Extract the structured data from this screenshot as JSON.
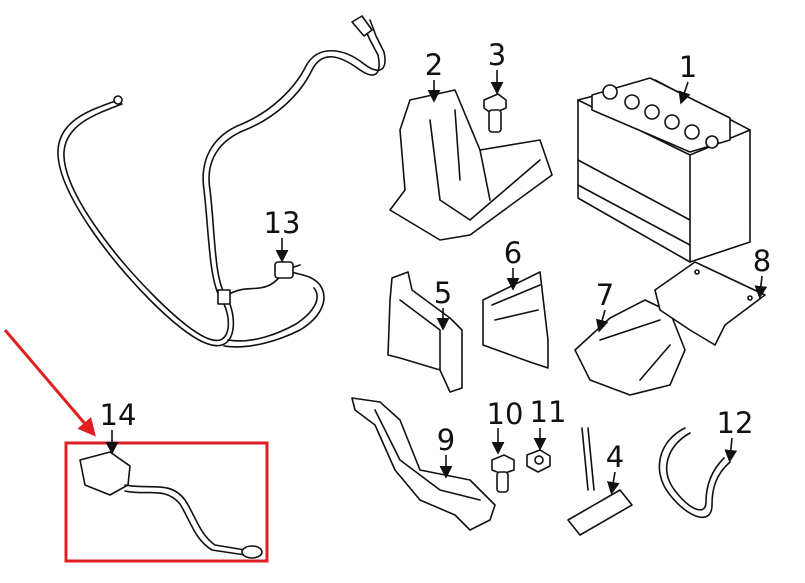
{
  "diagram": {
    "callouts": {
      "p1": "1",
      "p2": "2",
      "p3": "3",
      "p4": "4",
      "p5": "5",
      "p6": "6",
      "p7": "7",
      "p8": "8",
      "p9": "9",
      "p10": "10",
      "p11": "11",
      "p12": "12",
      "p13": "13",
      "p14": "14"
    },
    "highlight_color": "#e02020"
  }
}
